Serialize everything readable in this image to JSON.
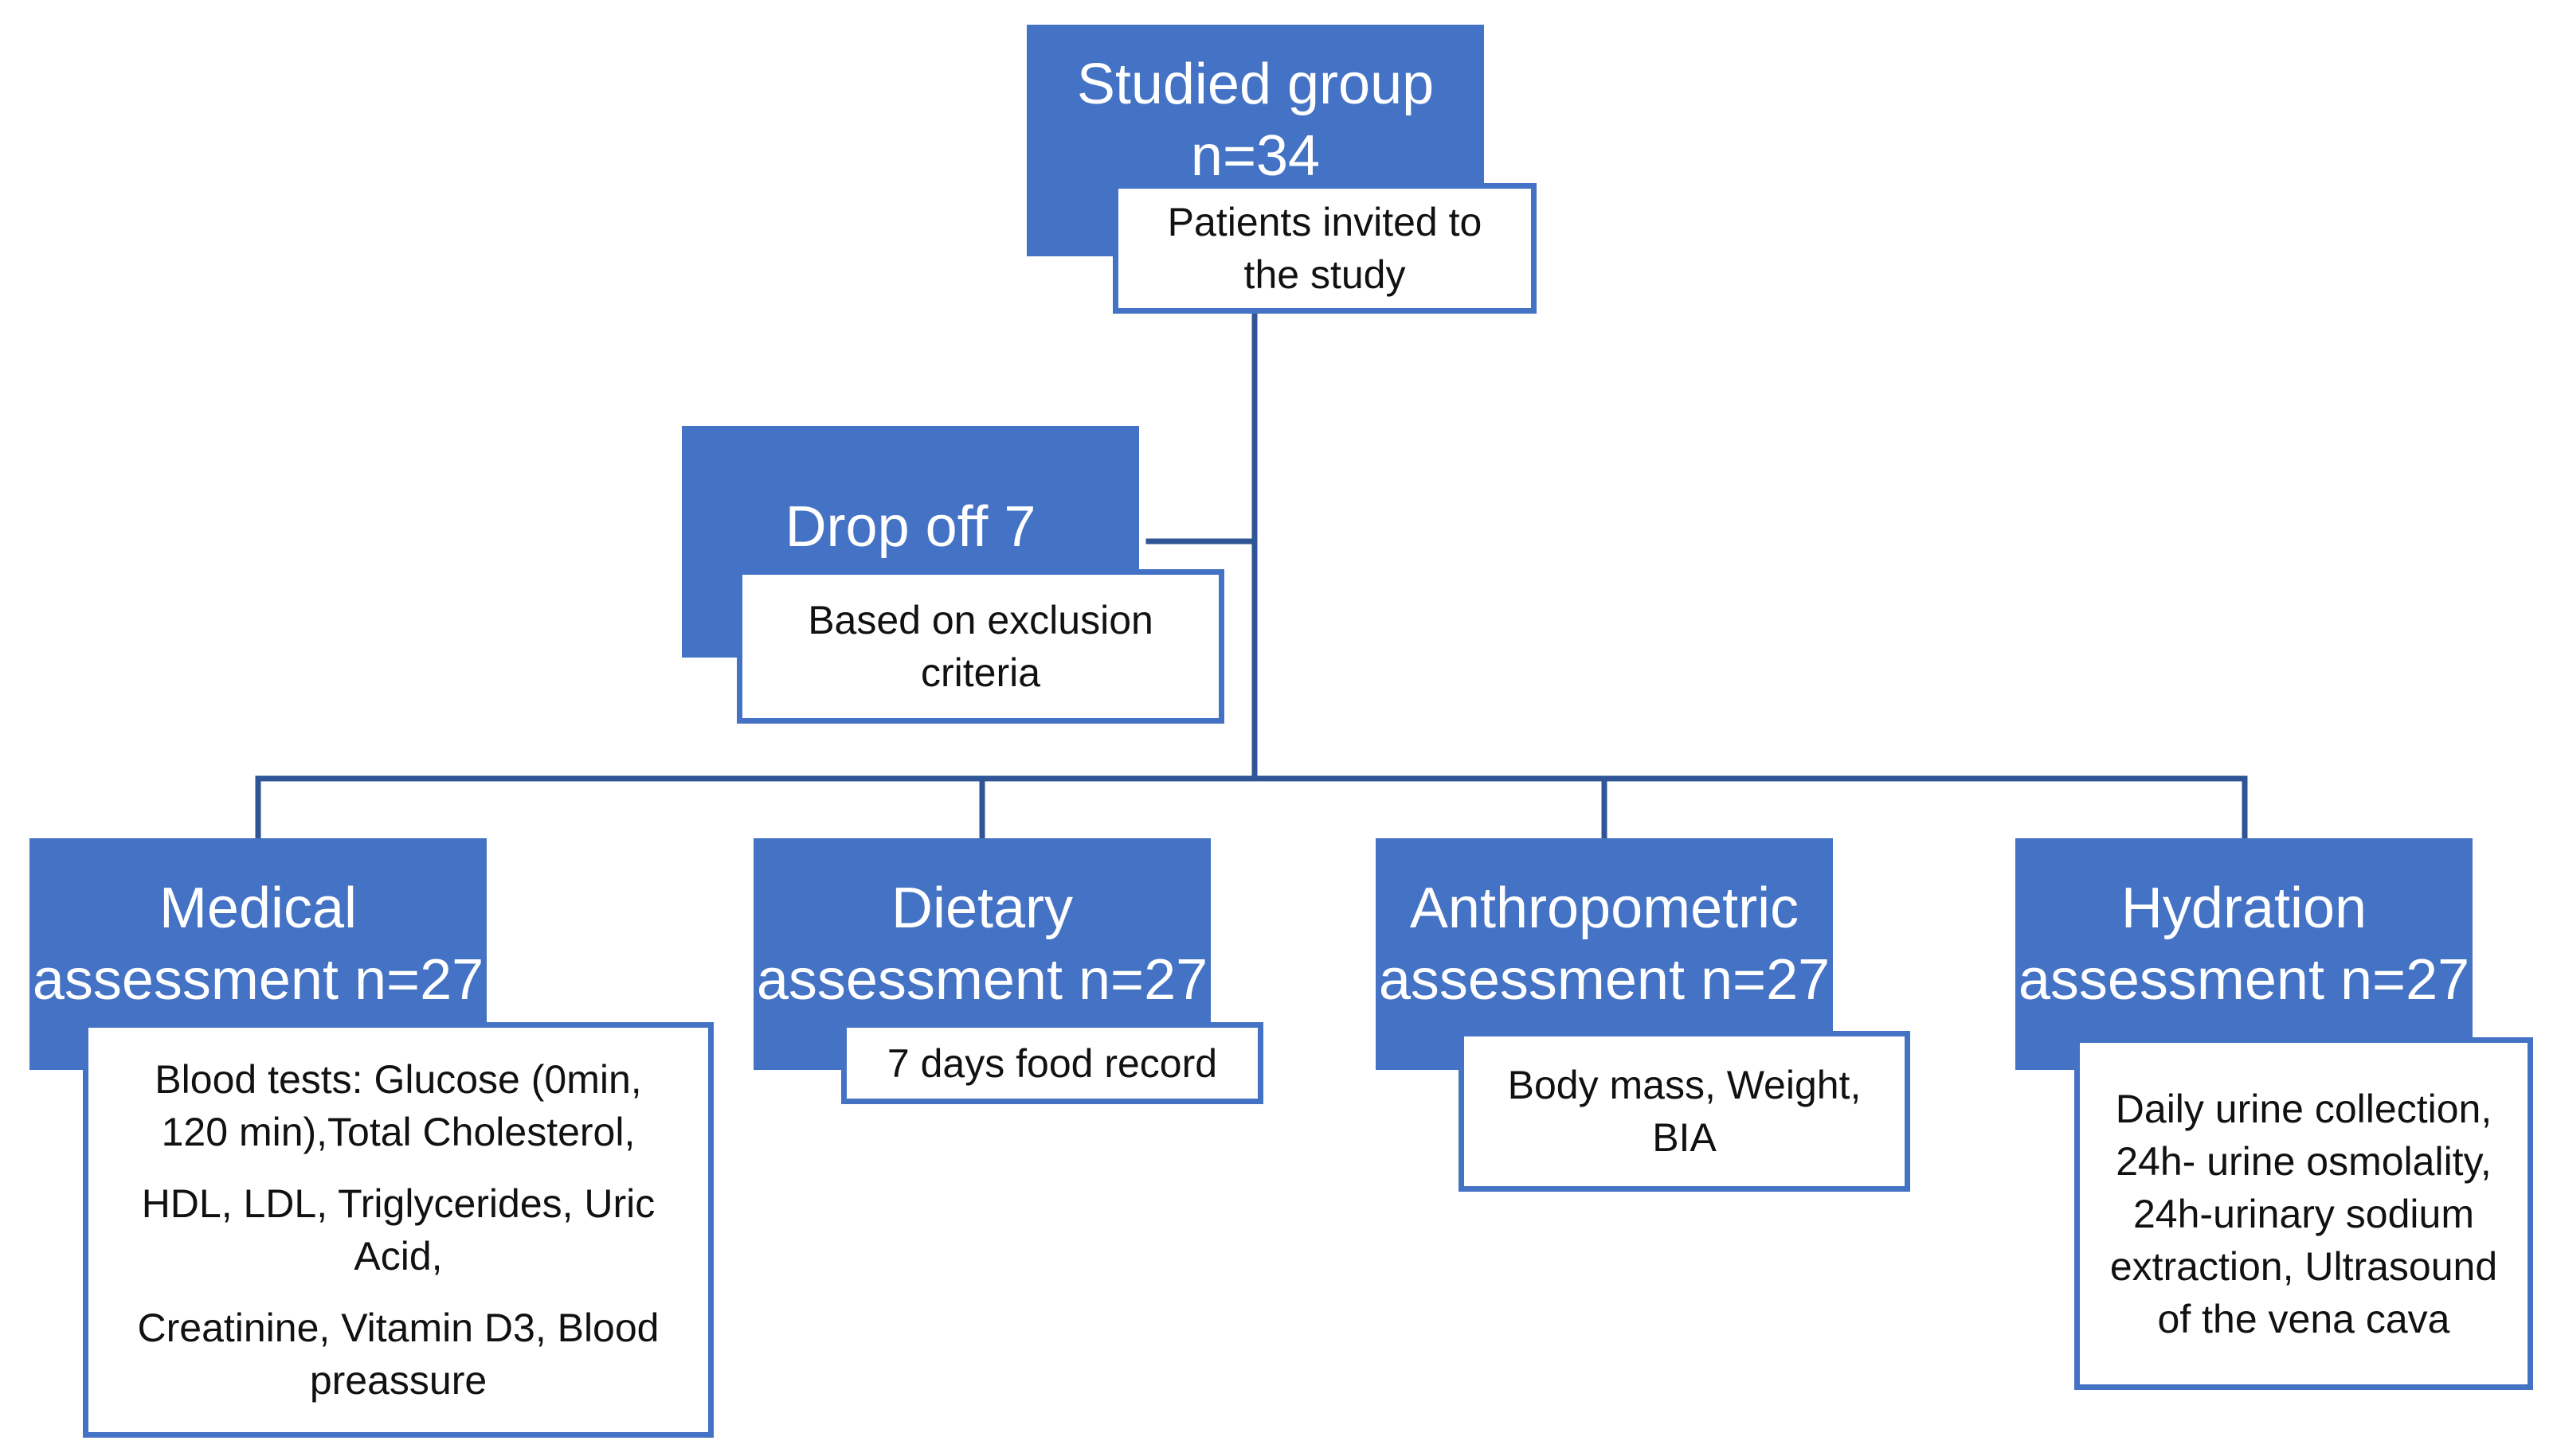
{
  "colors": {
    "box_fill": "#4472c4",
    "connector": "#2f5597",
    "note_border": "#4472c4",
    "note_text": "#111111",
    "head_text": "#ffffff"
  },
  "studied": {
    "title": [
      "Studied group",
      "n=34"
    ],
    "note": [
      "Patients invited to",
      "the study"
    ]
  },
  "dropoff": {
    "title": [
      "Drop off 7"
    ],
    "note": [
      "Based on exclusion",
      "criteria"
    ]
  },
  "medical": {
    "title": [
      "Medical",
      "assessment n=27"
    ],
    "note": [
      "Blood tests:  Glucose (0min,",
      "120 min),Total Cholesterol,",
      "HDL, LDL, Triglycerides, Uric",
      "Acid,",
      "Creatinine, Vitamin D3, Blood",
      "preassure"
    ]
  },
  "dietary": {
    "title": [
      "Dietary",
      "assessment n=27"
    ],
    "note": [
      "7 days food record"
    ]
  },
  "anthropometric": {
    "title": [
      "Anthropometric",
      "assessment n=27"
    ],
    "note": [
      "Body mass, Weight,",
      "BIA"
    ]
  },
  "hydration": {
    "title": [
      "Hydration",
      "assessment n=27"
    ],
    "note": [
      "Daily urine collection,",
      "24h- urine osmolality,",
      "24h-urinary sodium",
      "extraction, Ultrasound",
      "of the vena cava"
    ]
  }
}
